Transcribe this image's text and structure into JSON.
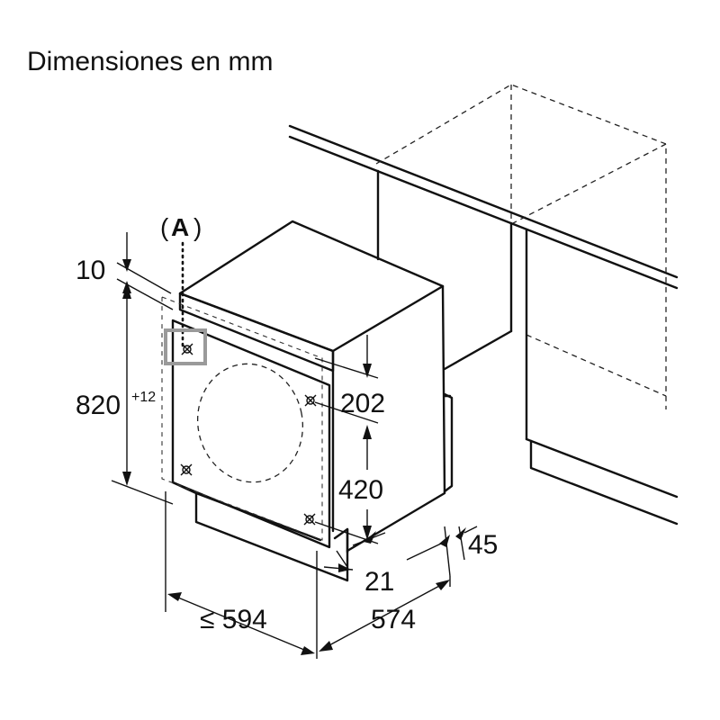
{
  "title": "Dimensiones en mm",
  "callout": {
    "open": "(",
    "letter": "A",
    "close": ")"
  },
  "dimensions": {
    "top_gap": "10",
    "height": "820",
    "height_tolerance": "+12",
    "upper_offset": "202",
    "hole_spacing": "420",
    "recess": "45",
    "plinth": "21",
    "width": "≤ 594",
    "depth": "574"
  },
  "colors": {
    "line": "#111111",
    "callout_box": "#9a9a9a",
    "background": "#ffffff"
  }
}
